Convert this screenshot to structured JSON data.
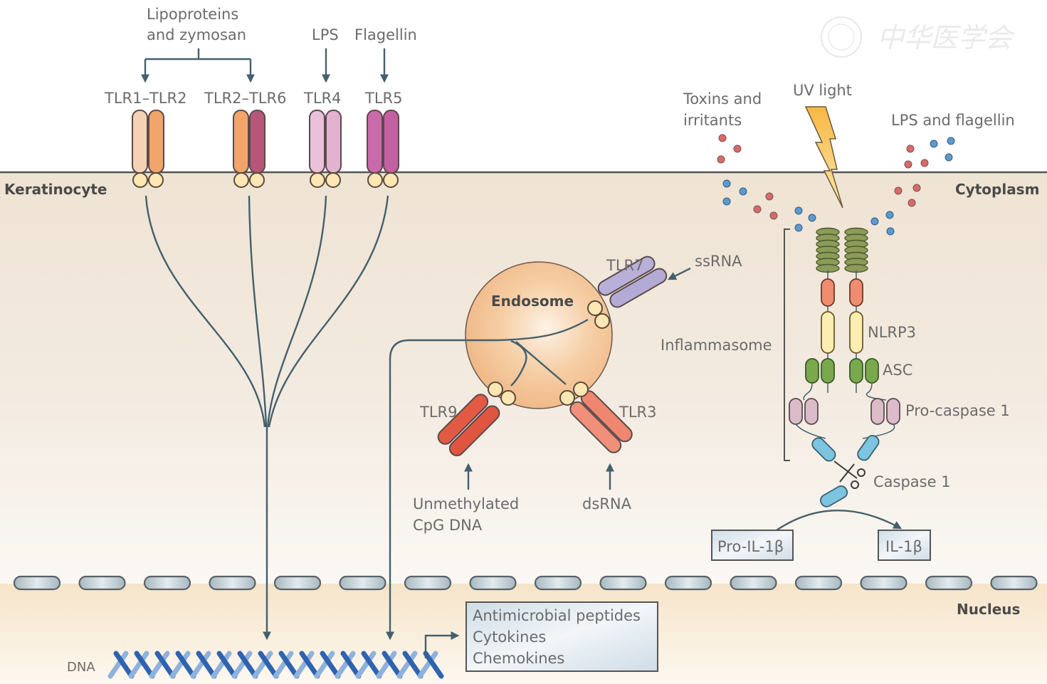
{
  "regions": {
    "keratinocyte": "Keratinocyte",
    "cytoplasm": "Cytoplasm",
    "nucleus": "Nucleus",
    "endosome": "Endosome",
    "inflammasome": "Inflammasome"
  },
  "ligands": {
    "lipoproteins_line1": "Lipoproteins",
    "lipoproteins_line2": "and zymosan",
    "lps": "LPS",
    "flagellin": "Flagellin",
    "toxins_line1": "Toxins and",
    "toxins_line2": "irritants",
    "uv": "UV light",
    "lps_flagellin": "LPS and flagellin",
    "ssrna": "ssRNA",
    "cpg_line1": "Unmethylated",
    "cpg_line2": "CpG DNA",
    "dsrna": "dsRNA"
  },
  "receptors": {
    "tlr1_tlr2": "TLR1–TLR2",
    "tlr2_tlr6": "TLR2–TLR6",
    "tlr4": "TLR4",
    "tlr5": "TLR5",
    "tlr7": "TLR7",
    "tlr9": "TLR9",
    "tlr3": "TLR3"
  },
  "inflammasome_parts": {
    "nlrp3": "NLRP3",
    "asc": "ASC",
    "pro_caspase": "Pro-caspase 1",
    "caspase": "Caspase 1"
  },
  "cytokines": {
    "pro_il1b": "Pro-IL-1β",
    "il1b": "IL-1β"
  },
  "nuclear": {
    "dna": "DNA",
    "outputs": [
      "Antimicrobial peptides",
      "Cytokines",
      "Chemokines"
    ]
  },
  "watermark": "中华医学会",
  "colors": {
    "cytoplasm_bg": "#f2e7da",
    "nucleus_bg": "#f7e8d2",
    "tlr1": "#f6d2b4",
    "tlr2": "#f2a56a",
    "tlr6": "#b75678",
    "tlr4": "#e8b7d4",
    "tlr5": "#c75fa5",
    "tlr7": "#b8b0d8",
    "tlr9": "#e0553f",
    "tlr3": "#ef8670",
    "endosome": "#f4c596",
    "nlr_lrr": "#8c9a5a",
    "pyd": "#f08c70",
    "nacht": "#fbeeb0",
    "asc": "#7aa84c",
    "procasp": "#dcbcc8",
    "casp": "#7cc4e0",
    "arrow": "#44606c",
    "toxin_red": "#d86a6a",
    "toxin_blue": "#5a9ad0",
    "dna_dark": "#2f63b0",
    "dna_light": "#8fb2dc"
  }
}
